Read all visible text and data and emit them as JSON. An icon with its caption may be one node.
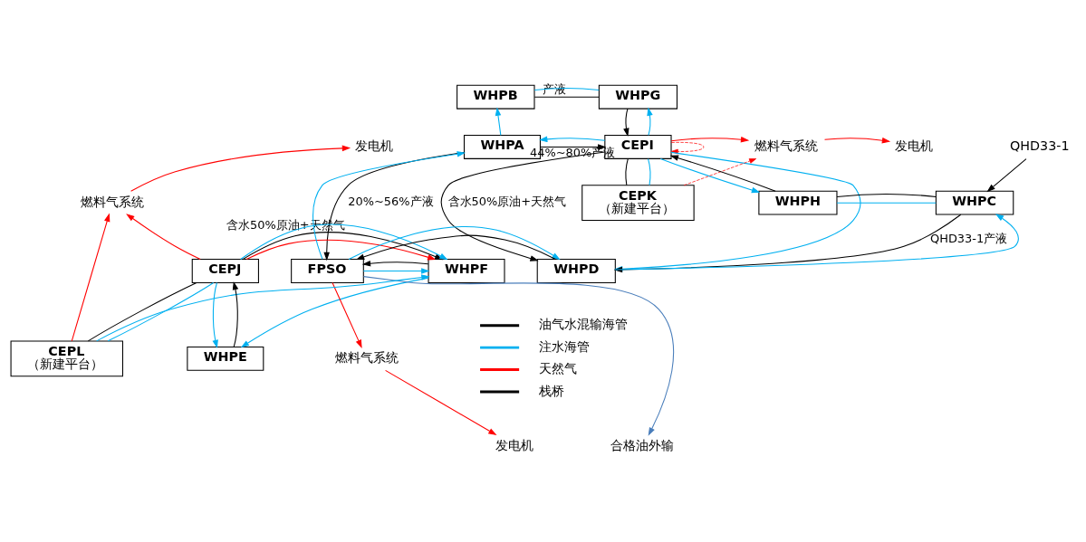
{
  "diagram": {
    "nodes": [
      {
        "text": [
          "WHPB"
        ]
      },
      {
        "text": [
          "WHPG"
        ]
      },
      {
        "text": [
          "WHPA"
        ]
      },
      {
        "text": [
          "CEPI"
        ]
      },
      {
        "text": [
          "CEPK",
          "（新建平台）"
        ]
      },
      {
        "text": [
          "燃料气系统"
        ]
      },
      {
        "text": [
          "发电机"
        ]
      },
      {
        "text": [
          "QHD33-1"
        ]
      },
      {
        "text": [
          "发电机"
        ]
      },
      {
        "text": [
          "燃料气系统"
        ]
      },
      {
        "text": [
          "WHPH"
        ]
      },
      {
        "text": [
          "WHPC"
        ]
      },
      {
        "text": [
          "CEPJ"
        ]
      },
      {
        "text": [
          "WHPF"
        ]
      },
      {
        "text": [
          "FPSO"
        ]
      },
      {
        "text": [
          "WHPD"
        ]
      },
      {
        "text": [
          "CEPL",
          "（新建平台）"
        ]
      },
      {
        "text": [
          "WHPE"
        ]
      },
      {
        "text": [
          "燃料气系统"
        ]
      },
      {
        "text": [
          "发电机"
        ]
      },
      {
        "text": [
          "合格油外输"
        ]
      }
    ],
    "edges": [
      {
        "from": 0,
        "to": 1,
        "arrow": "none",
        "label": "产液",
        "color": "#000000"
      },
      {
        "from": 0,
        "to": 1,
        "arrow": "none",
        "color": "#00b0f0"
      },
      {
        "from": 2,
        "to": 0,
        "arrow": "to",
        "color": "#00b0f0"
      },
      {
        "from": 3,
        "to": 1,
        "arrow": "to",
        "color": "#00b0f0"
      },
      {
        "from": 1,
        "to": 3,
        "arrow": "to",
        "color": "#000000"
      },
      {
        "from": 2,
        "to": 3,
        "arrow": "to",
        "label": "44%~80%产液",
        "color": "#000000"
      },
      {
        "from": 3,
        "to": 2,
        "arrow": "to",
        "color": "#00b0f0"
      },
      {
        "from": 2,
        "to": 14,
        "arrow": "to",
        "label": "20%~56%产液",
        "color": "#000000"
      },
      {
        "from": 14,
        "to": 2,
        "arrow": "to",
        "color": "#00b0f0"
      },
      {
        "from": 4,
        "to": 3,
        "arrow": "none",
        "color": "#000000"
      },
      {
        "from": 4,
        "to": 3,
        "arrow": "none",
        "color": "#00b0f0"
      },
      {
        "from": 3,
        "to": 5,
        "arrow": "to",
        "color": "#ff0000"
      },
      {
        "from": 4,
        "to": 5,
        "arrow": "to",
        "style": "dashed",
        "color": "#ff0000"
      },
      {
        "from": 3,
        "to": 3,
        "arrow": "to",
        "style": "dashed",
        "color": "#ff0000"
      },
      {
        "from": 5,
        "to": 6,
        "arrow": "to",
        "color": "#ff0000"
      },
      {
        "from": 3,
        "to": 15,
        "arrow": "to",
        "color": "#00b0f0"
      },
      {
        "from": 3,
        "to": 15,
        "arrow": "to",
        "label": "含水50%原油+天然气",
        "color": "#000000"
      },
      {
        "from": 10,
        "to": 3,
        "arrow": "to",
        "color": "#000000"
      },
      {
        "from": 3,
        "to": 10,
        "arrow": "to",
        "color": "#00b0f0"
      },
      {
        "from": 10,
        "to": 11,
        "arrow": "none",
        "color": "#00b0f0"
      },
      {
        "from": 10,
        "to": 11,
        "arrow": "none",
        "color": "#000000"
      },
      {
        "from": 7,
        "to": 11,
        "arrow": "to",
        "color": "#000000"
      },
      {
        "from": 11,
        "to": 15,
        "arrow": "to",
        "label": "QHD33-1产液",
        "color": "#000000"
      },
      {
        "from": 15,
        "to": 11,
        "arrow": "to",
        "color": "#00b0f0"
      },
      {
        "from": 15,
        "to": 14,
        "arrow": "to",
        "color": "#000000"
      },
      {
        "from": 14,
        "to": 15,
        "arrow": "to",
        "color": "#00b0f0"
      },
      {
        "from": 14,
        "to": 13,
        "arrow": "to",
        "color": "#00b0f0"
      },
      {
        "from": 13,
        "to": 14,
        "arrow": "to",
        "color": "#000000"
      },
      {
        "from": 14,
        "to": 18,
        "arrow": "to",
        "color": "#ff0000"
      },
      {
        "from": 18,
        "to": 19,
        "arrow": "to",
        "color": "#ff0000"
      },
      {
        "from": 14,
        "to": 20,
        "arrow": "to",
        "color": "#4a7ebb"
      },
      {
        "from": 12,
        "to": 9,
        "arrow": "to",
        "color": "#ff0000"
      },
      {
        "from": 9,
        "to": 8,
        "arrow": "to",
        "color": "#ff0000"
      },
      {
        "from": 16,
        "to": 9,
        "arrow": "to",
        "color": "#ff0000"
      },
      {
        "from": 12,
        "to": 13,
        "arrow": "to",
        "color": "#ff0000"
      },
      {
        "from": 12,
        "to": 13,
        "arrow": "to",
        "label": "含水50%原油+天然气",
        "color": "#000000"
      },
      {
        "from": 12,
        "to": 13,
        "arrow": "to",
        "color": "#00b0f0"
      },
      {
        "from": 12,
        "to": 16,
        "arrow": "none",
        "color": "#000000"
      },
      {
        "from": 12,
        "to": 16,
        "arrow": "none",
        "color": "#00b0f0"
      },
      {
        "from": 12,
        "to": 17,
        "arrow": "to",
        "color": "#00b0f0"
      },
      {
        "from": 17,
        "to": 12,
        "arrow": "to",
        "color": "#000000"
      },
      {
        "from": 16,
        "to": 13,
        "arrow": "to",
        "color": "#00b0f0"
      },
      {
        "from": 13,
        "to": 17,
        "arrow": "to",
        "color": "#00b0f0"
      }
    ],
    "legend": [
      {
        "text": "油气水混输海管",
        "color": "#000000"
      },
      {
        "text": "注水海管",
        "color": "#00b0f0"
      },
      {
        "text": "天然气",
        "color": "#ff0000"
      },
      {
        "text": "栈桥",
        "color": "#000000"
      }
    ]
  }
}
